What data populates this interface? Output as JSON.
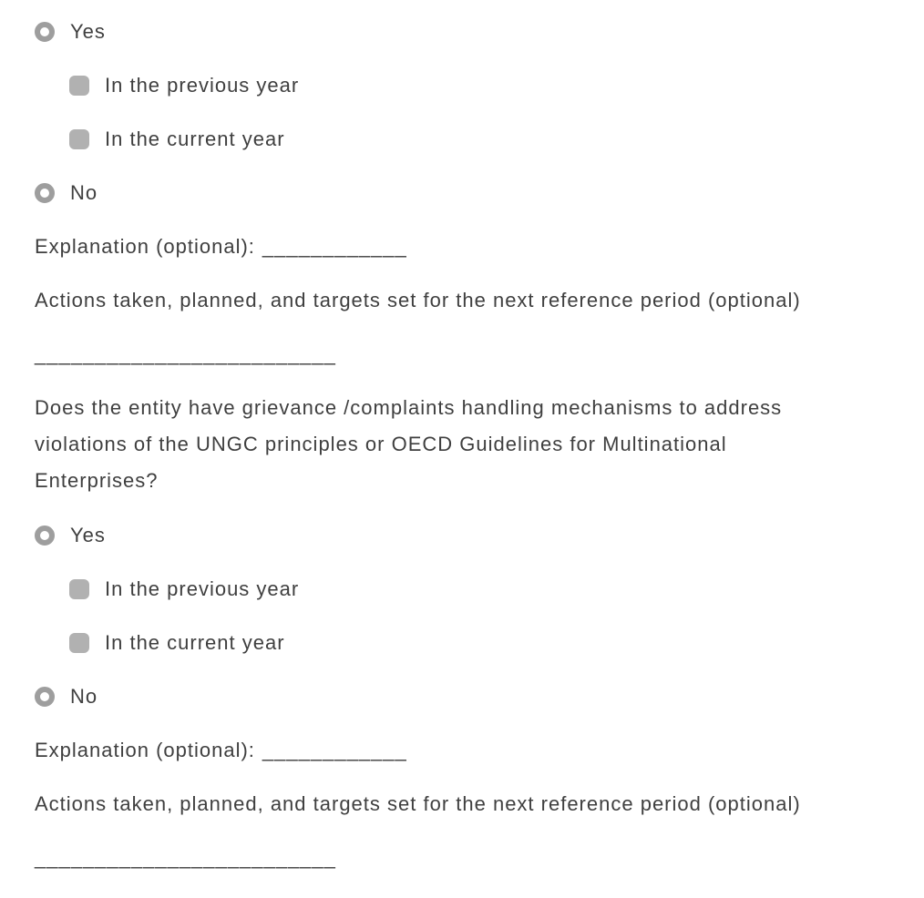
{
  "colors": {
    "background": "#ffffff",
    "text": "#3f3f3f",
    "radio_ring": "#9e9e9e",
    "checkbox_fill": "#b1b1b1"
  },
  "icons": {
    "radio_unselected": "radio-unselected-icon",
    "checkbox_filled": "checkbox-filled-icon"
  },
  "sections": [
    {
      "yes_label": "Yes",
      "previous_year_label": "In the previous year",
      "current_year_label": "In the current year",
      "no_label": "No",
      "explanation_label": "Explanation (optional):",
      "explanation_blank": "____________",
      "actions_label": "Actions taken, planned, and targets set for the next reference period (optional)",
      "response_blank": "_________________________"
    },
    {
      "question": "Does the entity have grievance /complaints handling mechanisms to address violations of the UNGC principles or OECD Guidelines for Multinational Enterprises?",
      "yes_label": "Yes",
      "previous_year_label": "In the previous year",
      "current_year_label": "In the current year",
      "no_label": "No",
      "explanation_label": "Explanation (optional):",
      "explanation_blank": "____________",
      "actions_label": "Actions taken, planned, and targets set for the next reference period (optional)",
      "response_blank": "_________________________"
    }
  ]
}
